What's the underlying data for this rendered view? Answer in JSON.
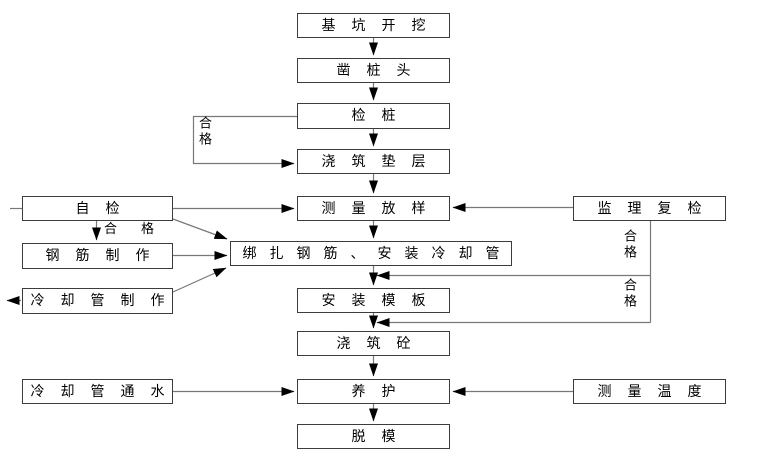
{
  "diagram": {
    "type": "flowchart",
    "language": "zh-CN"
  },
  "nodes": {
    "excavation": {
      "label": "基坑开挖"
    },
    "pile_head_cut": {
      "label": "凿桩头"
    },
    "pile_inspection": {
      "label": "检桩"
    },
    "cushion_pour": {
      "label": "浇筑垫层"
    },
    "survey_layout": {
      "label": "测量放样"
    },
    "self_inspection": {
      "label": "自检"
    },
    "supervisor_recheck": {
      "label": "监理复检"
    },
    "rebar_fabrication": {
      "label": "钢筋制作"
    },
    "rebar_tying_cooling_pipe": {
      "label": "绑扎钢筋、安装冷却管"
    },
    "cooling_pipe_fabrication": {
      "label": "冷却管制作"
    },
    "formwork_install": {
      "label": "安装模板"
    },
    "concrete_pour": {
      "label": "浇筑砼"
    },
    "cooling_pipe_water": {
      "label": "冷却管通水"
    },
    "curing": {
      "label": "养护"
    },
    "temperature_measure": {
      "label": "测量温度"
    },
    "demoulding": {
      "label": "脱模"
    }
  },
  "edge_labels": {
    "pile_qualified": "合格",
    "self_qualified": "合格",
    "supervisor_qualified_1": "合格",
    "supervisor_qualified_2": "合格"
  },
  "edges": [
    "基坑开挖→凿桩头",
    "凿桩头→检桩",
    "检桩→浇筑垫层",
    "检桩→(合格)→浇筑垫层",
    "浇筑垫层→测量放样",
    "自检→测量放样",
    "自检→(合格)→钢筋制作",
    "自检→绑扎钢筋、安装冷却管",
    "钢筋制作→绑扎钢筋、安装冷却管",
    "冷却管制作→绑扎钢筋、安装冷却管",
    "监理复检→测量放样",
    "测量放样→绑扎钢筋、安装冷却管",
    "绑扎钢筋、安装冷却管→安装模板",
    "监理复检→(合格)→安装模板",
    "安装模板→浇筑砼",
    "监理复检→(合格)→浇筑砼",
    "浇筑砼→养护",
    "冷却管通水→养护",
    "测量温度→养护",
    "养护→脱模"
  ],
  "colors": {
    "background": "#ffffff",
    "line": "#787878",
    "border": "#3c3c3c",
    "arrow": "#000000",
    "text": "#000000"
  }
}
